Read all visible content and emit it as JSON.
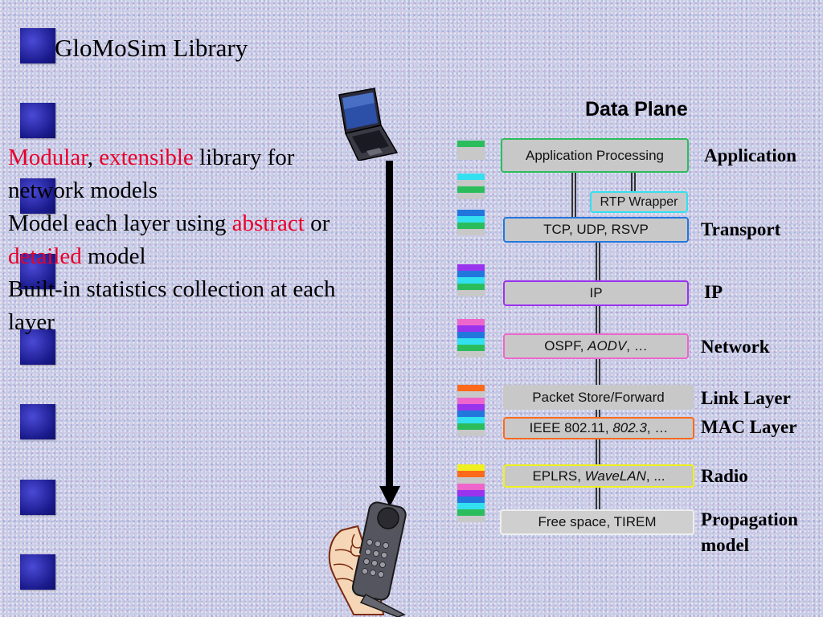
{
  "slide": {
    "title": "GloMoSim Library",
    "bullets": [
      [
        {
          "text": "Modular",
          "red": true
        },
        {
          "text": ", ",
          "red": false
        },
        {
          "text": "extensible",
          "red": true
        },
        {
          "text": " library for network models",
          "red": false
        }
      ],
      [
        {
          "text": "Model each layer using ",
          "red": false
        },
        {
          "text": "abstract",
          "red": true
        },
        {
          "text": " or ",
          "red": false
        },
        {
          "text": "detailed",
          "red": true
        },
        {
          "text": " model",
          "red": false
        }
      ],
      [
        {
          "text": "Built-in statistics collection at each layer",
          "red": false
        }
      ]
    ]
  },
  "diagram": {
    "title": "Data Plane",
    "boxes": {
      "application": "Application Processing",
      "rtp": "RTP Wrapper",
      "transport": "TCP, UDP, RSVP",
      "ip": "IP",
      "network_pre": "OSPF, ",
      "network_italic": "AODV",
      "network_post": ", …",
      "linklayer": "Packet Store/Forward",
      "mac_pre": "IEEE 802.11, ",
      "mac_italic": "802.3",
      "mac_post": ", …",
      "radio_pre": "EPLRS, ",
      "radio_italic": "WaveLAN",
      "radio_post": ", ...",
      "propagation": "Free space, TIREM"
    },
    "labels": {
      "application": "Application",
      "transport": "Transport",
      "ip": "IP",
      "network": "Network",
      "linklayer": "Link Layer",
      "mac": "MAC Layer",
      "radio": "Radio",
      "propagation_line1": "Propagation",
      "propagation_line2": "model"
    },
    "colors": {
      "green": "#2bbd5c",
      "cyan": "#33e0f0",
      "blue": "#2277dd",
      "purple": "#9933ee",
      "pink": "#ee66cc",
      "orange": "#ff6a1a",
      "yellow": "#f0f020",
      "gray": "#c8c8c8"
    },
    "packet_stripes": [
      [
        "green",
        "gray",
        "gray"
      ],
      [
        "cyan",
        "gray",
        "green",
        "gray"
      ],
      [
        "blue",
        "cyan",
        "green",
        "gray"
      ],
      [
        "purple",
        "blue",
        "cyan",
        "green",
        "gray"
      ],
      [
        "pink",
        "purple",
        "blue",
        "cyan",
        "green",
        "gray"
      ],
      [
        "orange",
        "gray",
        "pink",
        "purple",
        "blue",
        "cyan",
        "green",
        "gray"
      ],
      [
        "yellow",
        "orange",
        "gray",
        "pink",
        "purple",
        "blue",
        "cyan",
        "green",
        "gray"
      ]
    ]
  }
}
